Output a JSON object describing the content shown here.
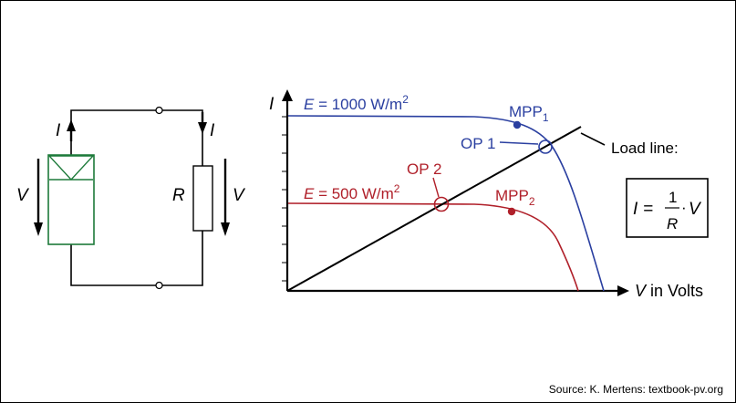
{
  "circuit": {
    "current_left": "I",
    "current_right": "I",
    "voltage_left": "V",
    "resistor_label": "R",
    "voltage_right": "V"
  },
  "chart": {
    "y_axis_label": "I",
    "x_axis_label_var": "V",
    "x_axis_label_unit": " in Volts",
    "curve_high": {
      "var": "E",
      "text": " = 1000 W/m",
      "sup": "2",
      "color": "#2a3fa0"
    },
    "curve_low": {
      "var": "E",
      "text": " = 500 W/m",
      "sup": "2",
      "color": "#b0202a"
    },
    "mpp1": {
      "text": "MPP",
      "sub": "1"
    },
    "mpp2": {
      "text": "MPP",
      "sub": "2"
    },
    "op1": "OP 1",
    "op2": "OP 2",
    "load_line_label": "Load line:",
    "formula": {
      "lhs": "I",
      "eq": " = ",
      "num": "1",
      "den": "R",
      "dot": "·",
      "rhs": "V"
    }
  },
  "source": "Source: K. Mertens: textbook-pv.org"
}
